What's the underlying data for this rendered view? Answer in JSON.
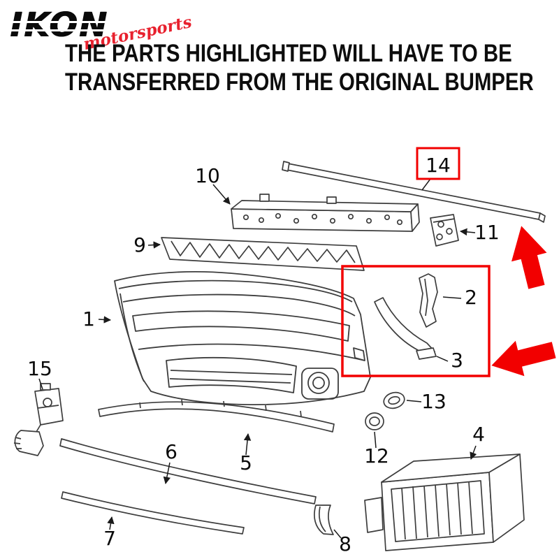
{
  "logo": {
    "brand": "IKON",
    "script": "motorsports"
  },
  "headline": {
    "line1": "THE PARTS HIGHLIGHTED WILL HAVE TO BE",
    "line2": "TRANSFERRED FROM THE ORIGINAL BUMPER"
  },
  "colors": {
    "highlight_red": "#f20000",
    "logo_red": "#e8212e",
    "line_art": "#3d3d3d",
    "text": "#111111"
  },
  "diagram": {
    "part_labels": {
      "p1": "1",
      "p2": "2",
      "p3": "3",
      "p4": "4",
      "p5": "5",
      "p6": "6",
      "p7": "7",
      "p8": "8",
      "p9": "9",
      "p10": "10",
      "p11": "11",
      "p12": "12",
      "p13": "13",
      "p14": "14",
      "p15": "15"
    },
    "highlighted_part_numbers": [
      "2",
      "3",
      "14"
    ]
  }
}
